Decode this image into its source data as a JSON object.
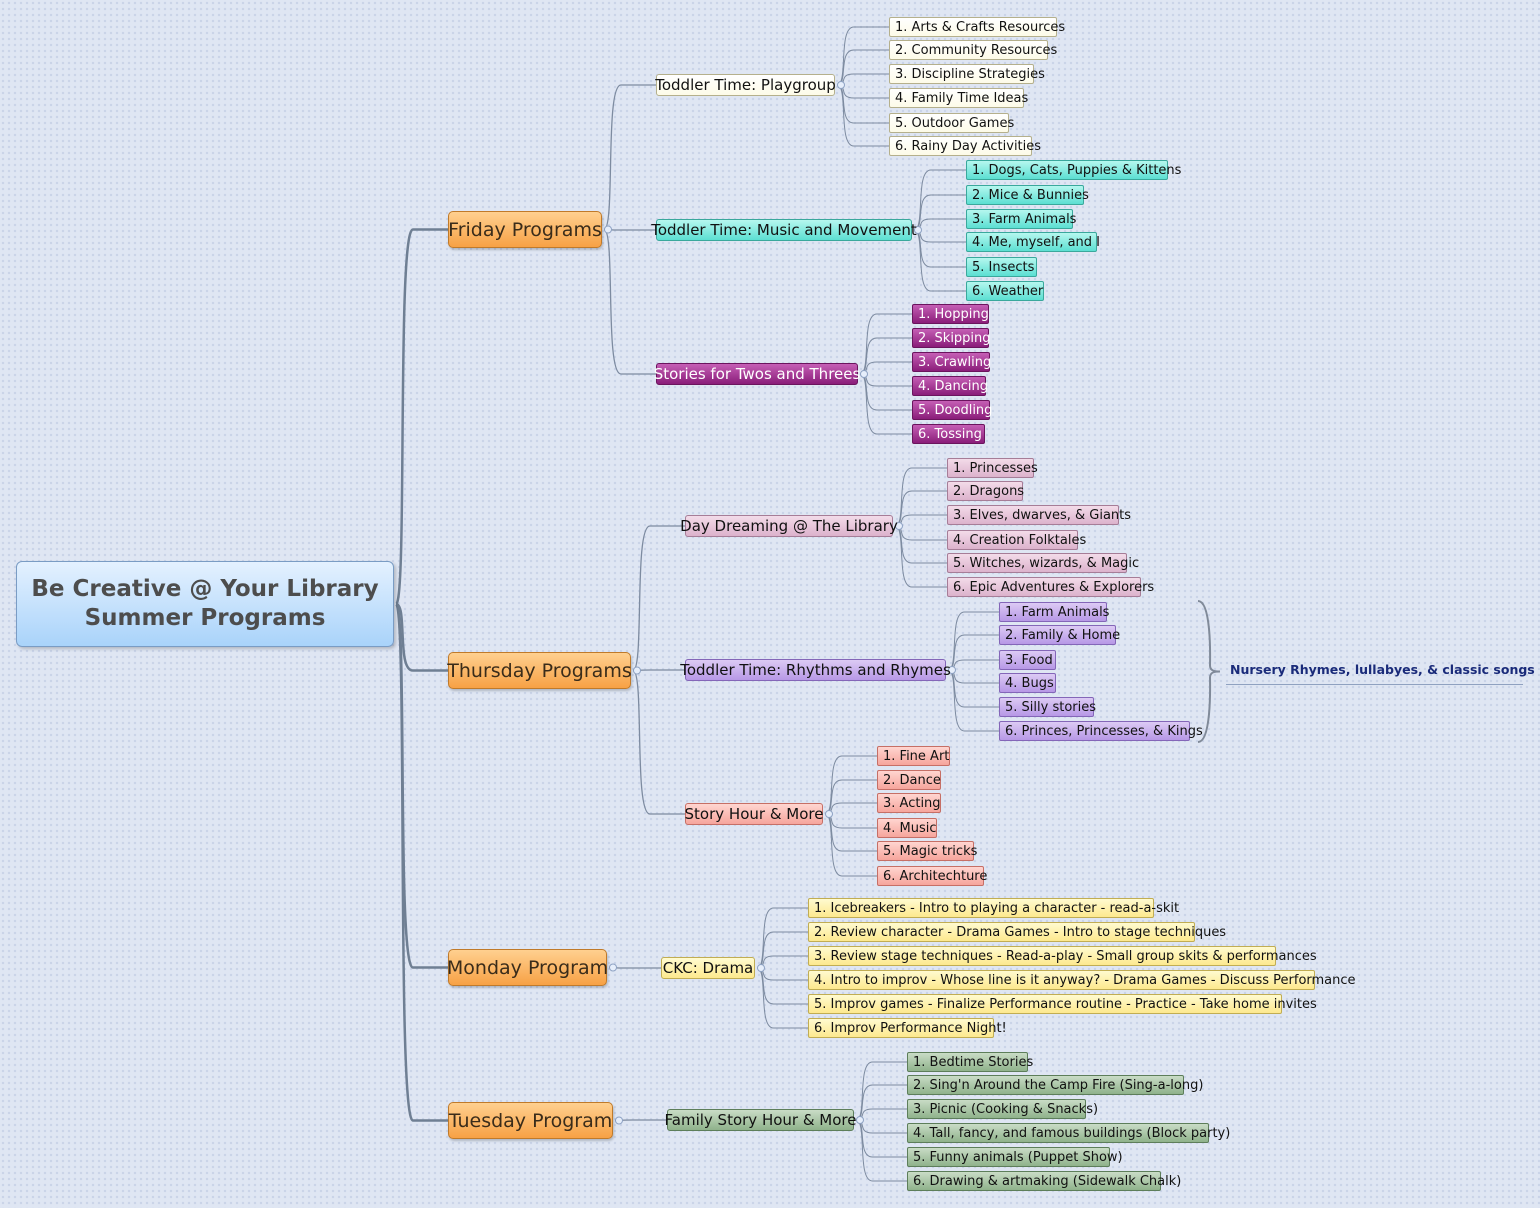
{
  "central": {
    "line1": "Be Creative @ Your Library",
    "line2": "Summer Programs"
  },
  "friday": {
    "title": "Friday Programs",
    "playgroup": {
      "title": "Toddler Time: Playgroup",
      "items": [
        "1. Arts & Crafts Resources",
        "2. Community Resources",
        "3. Discipline Strategies",
        "4. Family Time Ideas",
        "5. Outdoor Games",
        "6. Rainy Day Activities"
      ]
    },
    "music": {
      "title": "Toddler Time: Music and Movement",
      "items": [
        "1. Dogs, Cats, Puppies & Kittens",
        "2. Mice & Bunnies",
        "3. Farm Animals",
        "4. Me, myself, and I",
        "5. Insects",
        "6. Weather"
      ]
    },
    "stories": {
      "title": "Stories for Twos and Threes",
      "items": [
        "1. Hopping",
        "2. Skipping",
        "3. Crawling",
        "4. Dancing",
        "5. Doodling",
        "6. Tossing"
      ]
    }
  },
  "thursday": {
    "title": "Thursday Programs",
    "daydream": {
      "title": "Day Dreaming @ The Library",
      "items": [
        "1. Princesses",
        "2. Dragons",
        "3. Elves, dwarves, & Giants",
        "4. Creation Folktales",
        "5. Witches, wizards, & Magic",
        "6. Epic Adventures & Explorers"
      ]
    },
    "rhythms": {
      "title": "Toddler Time: Rhythms and Rhymes",
      "items": [
        "1. Farm Animals",
        "2. Family & Home",
        "3. Food",
        "4. Bugs",
        "5. Silly stories",
        "6. Princes, Princesses, & Kings"
      ]
    },
    "storyhour": {
      "title": "Story Hour & More",
      "items": [
        "1. Fine Art",
        "2. Dance",
        "3. Acting",
        "4. Music",
        "5. Magic tricks",
        "6. Architechture"
      ]
    }
  },
  "monday": {
    "title": "Monday Program",
    "drama": {
      "title": "CKC: Drama",
      "items": [
        "1. Icebreakers - Intro to playing a character - read-a-skit",
        "2. Review character - Drama Games - Intro to stage techniques",
        "3. Review stage techniques - Read-a-play - Small group skits & performances",
        "4. Intro to improv - Whose line is it anyway? - Drama Games - Discuss Performance",
        "5. Improv games - Finalize Performance routine - Practice - Take home invites",
        "6. Improv Performance Night!"
      ]
    }
  },
  "tuesday": {
    "title": "Tuesday Program",
    "family": {
      "title": "Family Story Hour & More",
      "items": [
        "1. Bedtime Stories",
        "2. Sing'n Around the Camp Fire (Sing-a-long)",
        "3. Picnic (Cooking & Snacks)",
        "4. Tall, fancy, and famous buildings (Block party)",
        "5. Funny animals (Puppet Show)",
        "6. Drawing & artmaking (Sidewalk Chalk)"
      ]
    }
  },
  "summary_note": "Nursery Rhymes, lullabyes, & classic songs"
}
